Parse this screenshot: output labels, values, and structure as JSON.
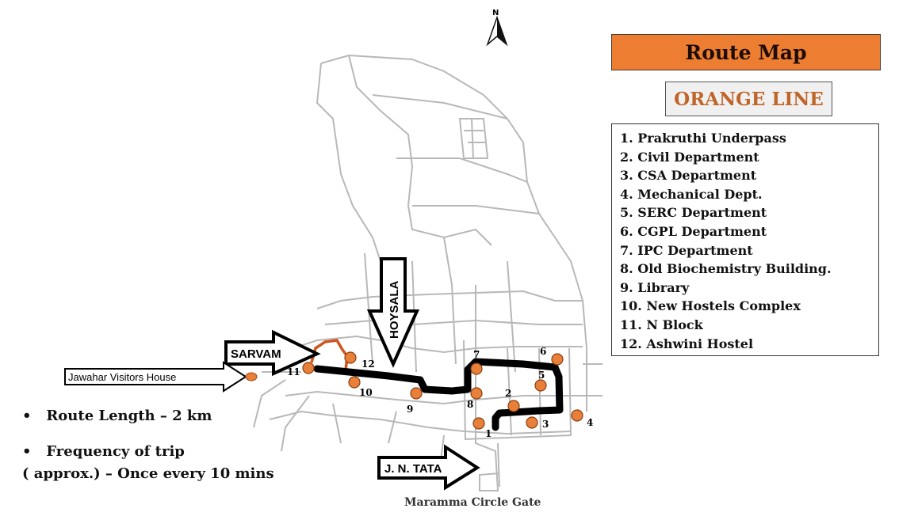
{
  "compass": {
    "label": "N"
  },
  "legend": {
    "title": "Route Map",
    "line_name": "ORANGE LINE",
    "stops": [
      "1.   Prakruthi Underpass",
      "2.   Civil Department",
      "3.   CSA Department",
      "4.   Mechanical Dept.",
      "5.   SERC Department",
      "6.   CGPL Department",
      "7.   IPC Department",
      "8.    Old Biochemistry Building.",
      "9.   Library",
      "10. New Hostels Complex",
      "11. N Block",
      "12. Ashwini Hostel"
    ]
  },
  "map": {
    "stop_numbers": [
      "1",
      "2",
      "3",
      "4",
      "5",
      "6",
      "7",
      "8",
      "9",
      "10",
      "11",
      "12"
    ],
    "landmarks": {
      "sarvam": "SARVAM",
      "hoysala": "HOYSALA",
      "jn_tata": "J. N. TATA",
      "jawahar": "Jawahar Visitors House",
      "gate": "Maramma Circle Gate"
    },
    "colors": {
      "route": "#000000",
      "stop": "#e8803a",
      "loop": "#d0551f",
      "road": "#b8b8b8"
    }
  },
  "info": {
    "bullet": "•",
    "route_length": "Route Length – 2 km",
    "frequency_line1": "Frequency of trip",
    "frequency_line2": "( approx.) –  Once every 10 mins"
  }
}
